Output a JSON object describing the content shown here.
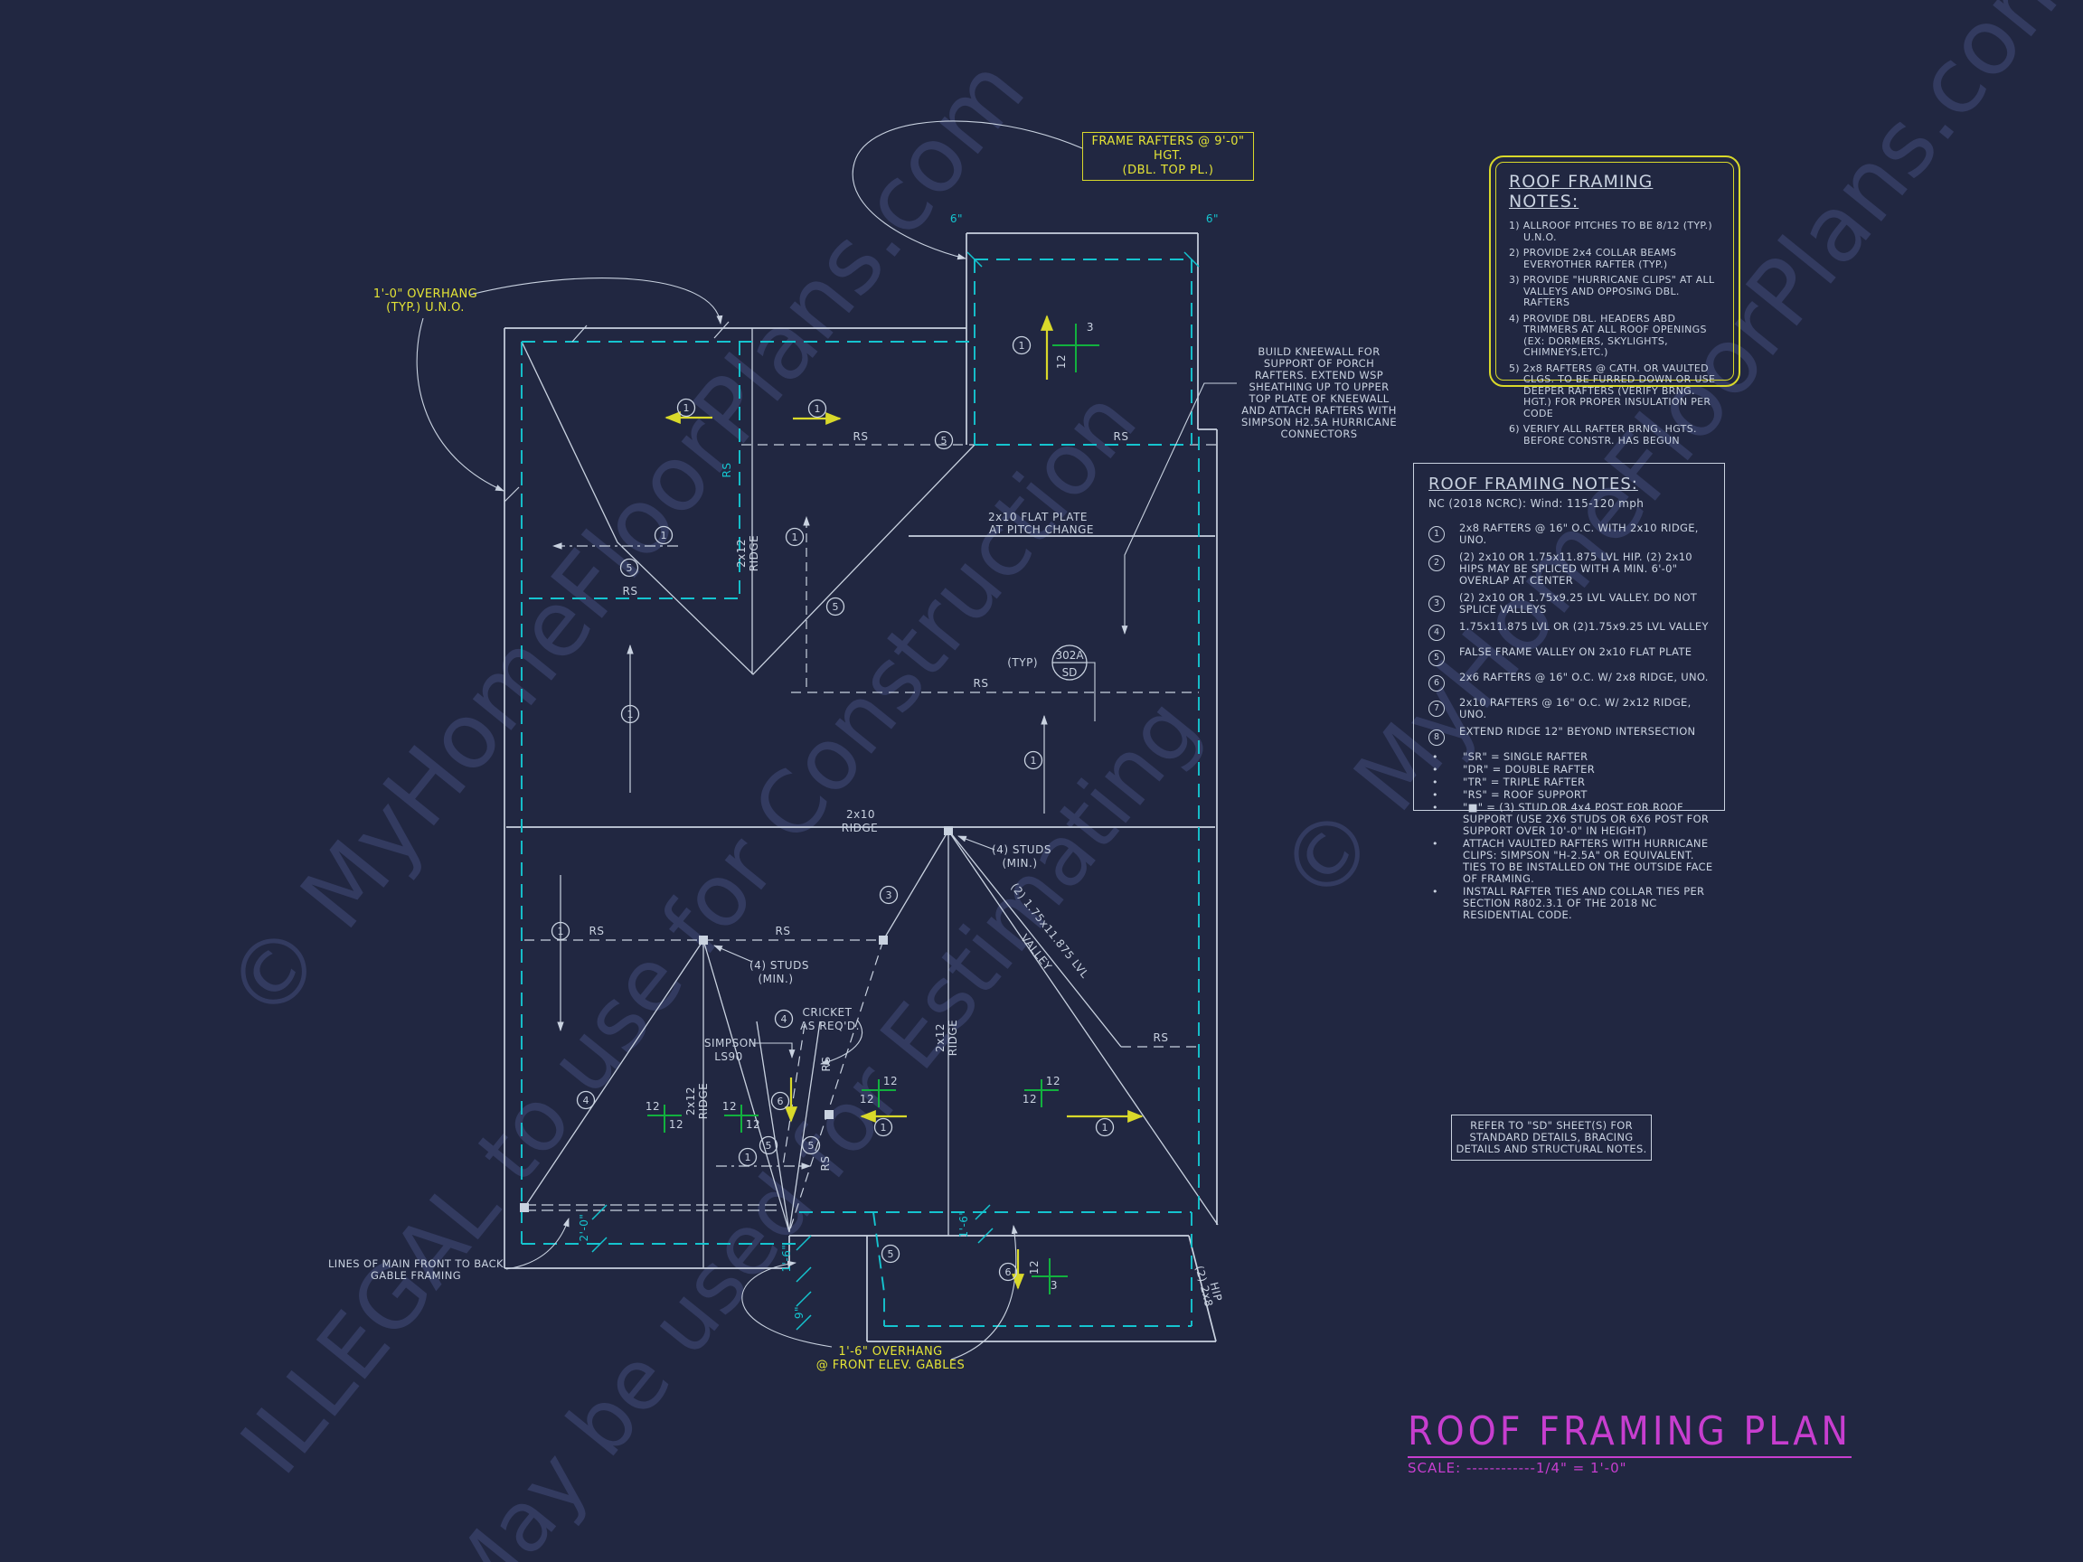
{
  "watermark": {
    "line1": "© MyHomeFloorPlans.com",
    "line2": "ILLEGAL to use for Construction",
    "line3": "May be used for Estimating"
  },
  "frame_rafters_note": {
    "line1": "FRAME RAFTERS @ 9'-0\" HGT.",
    "line2": "(DBL. TOP PL.)"
  },
  "overhang_note": {
    "line1": "1'-0\" OVERHANG",
    "line2": "(TYP.) U.N.O."
  },
  "kneewall_note": "BUILD KNEEWALL FOR SUPPORT OF PORCH RAFTERS. EXTEND WSP SHEATHING UP TO UPPER TOP PLATE OF KNEEWALL AND ATTACH RAFTERS WITH SIMPSON H2.5A HURRICANE CONNECTORS",
  "gable_note": {
    "line1": "LINES OF MAIN FRONT TO BACK",
    "line2": "GABLE FRAMING"
  },
  "front_overhang_note": {
    "line1": "1'-6\" OVERHANG",
    "line2": "@ FRONT ELEV. GABLES"
  },
  "notes_top": {
    "title": "ROOF FRAMING NOTES:",
    "items": [
      {
        "n": "1)",
        "t": "ALLROOF PITCHES TO BE  8/12 (TYP.) U.N.O."
      },
      {
        "n": "2)",
        "t": "PROVIDE 2x4 COLLAR BEAMS EVERYOTHER RAFTER (TYP.)"
      },
      {
        "n": "3)",
        "t": "PROVIDE \"HURRICANE CLIPS\" AT ALL VALLEYS AND OPPOSING DBL. RAFTERS"
      },
      {
        "n": "4)",
        "t": "PROVIDE DBL. HEADERS ABD TRIMMERS AT ALL ROOF OPENINGS (EX: DORMERS, SKYLIGHTS, CHIMNEYS,ETC.)"
      },
      {
        "n": "5)",
        "t": "2x8 RAFTERS @ CATH. OR VAULTED CLGS. TO BE FURRED DOWN OR USE DEEPER RAFTERS (VERIFY BRNG. HGT.) FOR PROPER INSULATION PER CODE"
      },
      {
        "n": "6)",
        "t": "VERIFY ALL RAFTER BRNG. HGTS. BEFORE CONSTR. HAS BEGUN"
      }
    ]
  },
  "notes_main": {
    "title": "ROOF FRAMING NOTES:",
    "subtitle": "NC (2018 NCRC):  Wind: 115-120 mph",
    "numbered": [
      {
        "n": "1",
        "t": "2x8 RAFTERS @ 16\" O.C. WITH 2x10 RIDGE, UNO."
      },
      {
        "n": "2",
        "t": "(2) 2x10 OR 1.75x11.875 LVL HIP. (2) 2x10 HIPS MAY BE SPLICED WITH A MIN. 6'-0\" OVERLAP AT CENTER"
      },
      {
        "n": "3",
        "t": "(2) 2x10 OR 1.75x9.25 LVL VALLEY. DO NOT SPLICE VALLEYS"
      },
      {
        "n": "4",
        "t": "1.75x11.875 LVL OR (2)1.75x9.25 LVL VALLEY"
      },
      {
        "n": "5",
        "t": "FALSE FRAME VALLEY ON 2x10 FLAT PLATE"
      },
      {
        "n": "6",
        "t": "2x6 RAFTERS @ 16\" O.C. W/ 2x8 RIDGE, UNO."
      },
      {
        "n": "7",
        "t": "2x10 RAFTERS @ 16\" O.C. W/ 2x12 RIDGE, UNO."
      },
      {
        "n": "8",
        "t": "EXTEND RIDGE 12\" BEYOND INTERSECTION"
      }
    ],
    "bullet_char": "•",
    "bullets": [
      {
        "t": "\"SR\"  = SINGLE RAFTER"
      },
      {
        "t": "\"DR\" = DOUBLE RAFTER"
      },
      {
        "t": "\"TR\" = TRIPLE RAFTER"
      },
      {
        "t": "\"RS\" = ROOF SUPPORT"
      },
      {
        "t": "\"■\" = (3) STUD OR 4x4 POST FOR ROOF SUPPORT (USE 2X6 STUDS OR 6X6 POST FOR SUPPORT OVER 10'-0\" IN HEIGHT)"
      },
      {
        "t": "ATTACH VAULTED RAFTERS WITH HURRICANE CLIPS: SIMPSON \"H-2.5A\" OR EQUIVALENT. TIES TO BE INSTALLED ON THE OUTSIDE FACE OF FRAMING."
      },
      {
        "t": "INSTALL RAFTER TIES AND COLLAR TIES PER SECTION R802.3.1 OF THE 2018 NC RESIDENTIAL CODE."
      }
    ]
  },
  "sd_note": "REFER TO \"SD\"  SHEET(S) FOR STANDARD DETAILS, BRACING DETAILS AND STRUCTURAL NOTES.",
  "titleblock": {
    "title": "ROOF FRAMING PLAN",
    "scale": "SCALE: ------------1/4\" = 1'-0\""
  },
  "plan": {
    "sym": {
      "n1": "1",
      "n3": "3",
      "n4": "4",
      "n5": "5",
      "n6": "6",
      "rs": "RS",
      "twelve": "12",
      "three": "3",
      "six": "6\"",
      "studs": "(4) STUDS",
      "min": "(MIN.)",
      "r10a": "2x10",
      "r10b": "RIDGE",
      "r12a": "2x12",
      "r12b": "RIDGE",
      "flat1": "2x10 FLAT PLATE",
      "flat2": "AT PITCH CHANGE",
      "cricket1": "CRICKET",
      "cricket2": "AS REQ'D.",
      "simpson1": "SIMPSON",
      "simpson2": "LS90",
      "lvl1": "(2) 1.75x11.875 LVL",
      "lvl2": "VALLEY",
      "hip1": "(2) 2x8",
      "hip2": "HIP",
      "typ": "(TYP)",
      "d302a": "302A",
      "dsd": "SD",
      "dim20": "2'-0\"",
      "dim16": "1'-6\"",
      "dim9": "9\""
    }
  }
}
